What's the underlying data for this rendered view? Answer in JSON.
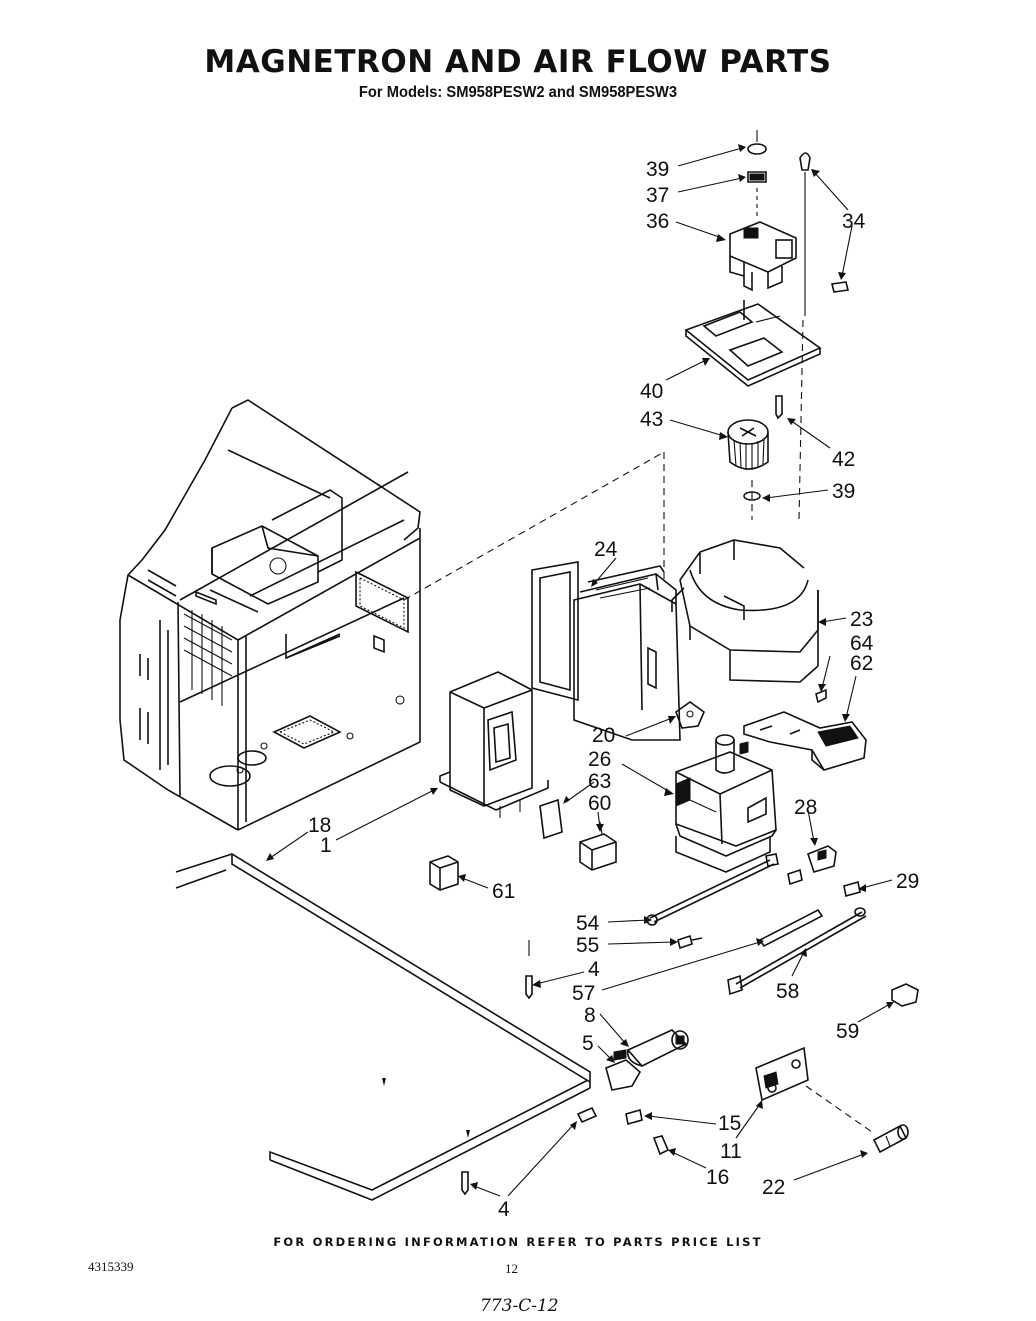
{
  "header": {
    "title": "MAGNETRON AND AIR FLOW PARTS",
    "subtitle": "For Models: SM958PESW2 and SM958PESW3"
  },
  "callouts": {
    "c39a": "39",
    "c37": "37",
    "c36": "36",
    "c34": "34",
    "c40": "40",
    "c43": "43",
    "c42": "42",
    "c39b": "39",
    "c24": "24",
    "c23": "23",
    "c64": "64",
    "c62": "62",
    "c20": "20",
    "c26": "26",
    "c63": "63",
    "c60": "60",
    "c28": "28",
    "c18": "18",
    "c1": "1",
    "c61": "61",
    "c29": "29",
    "c54": "54",
    "c55": "55",
    "c4a": "4",
    "c57": "57",
    "c58": "58",
    "c8": "8",
    "c5": "5",
    "c59": "59",
    "c15": "15",
    "c11": "11",
    "c16": "16",
    "c22": "22",
    "c4b": "4"
  },
  "footer": {
    "ordering_note": "FOR ORDERING INFORMATION REFER TO PARTS PRICE LIST",
    "document_number": "4315339",
    "page_number": "12",
    "handwritten_note": "773-C-12"
  },
  "colors": {
    "ink": "#111111",
    "paper": "#ffffff"
  }
}
